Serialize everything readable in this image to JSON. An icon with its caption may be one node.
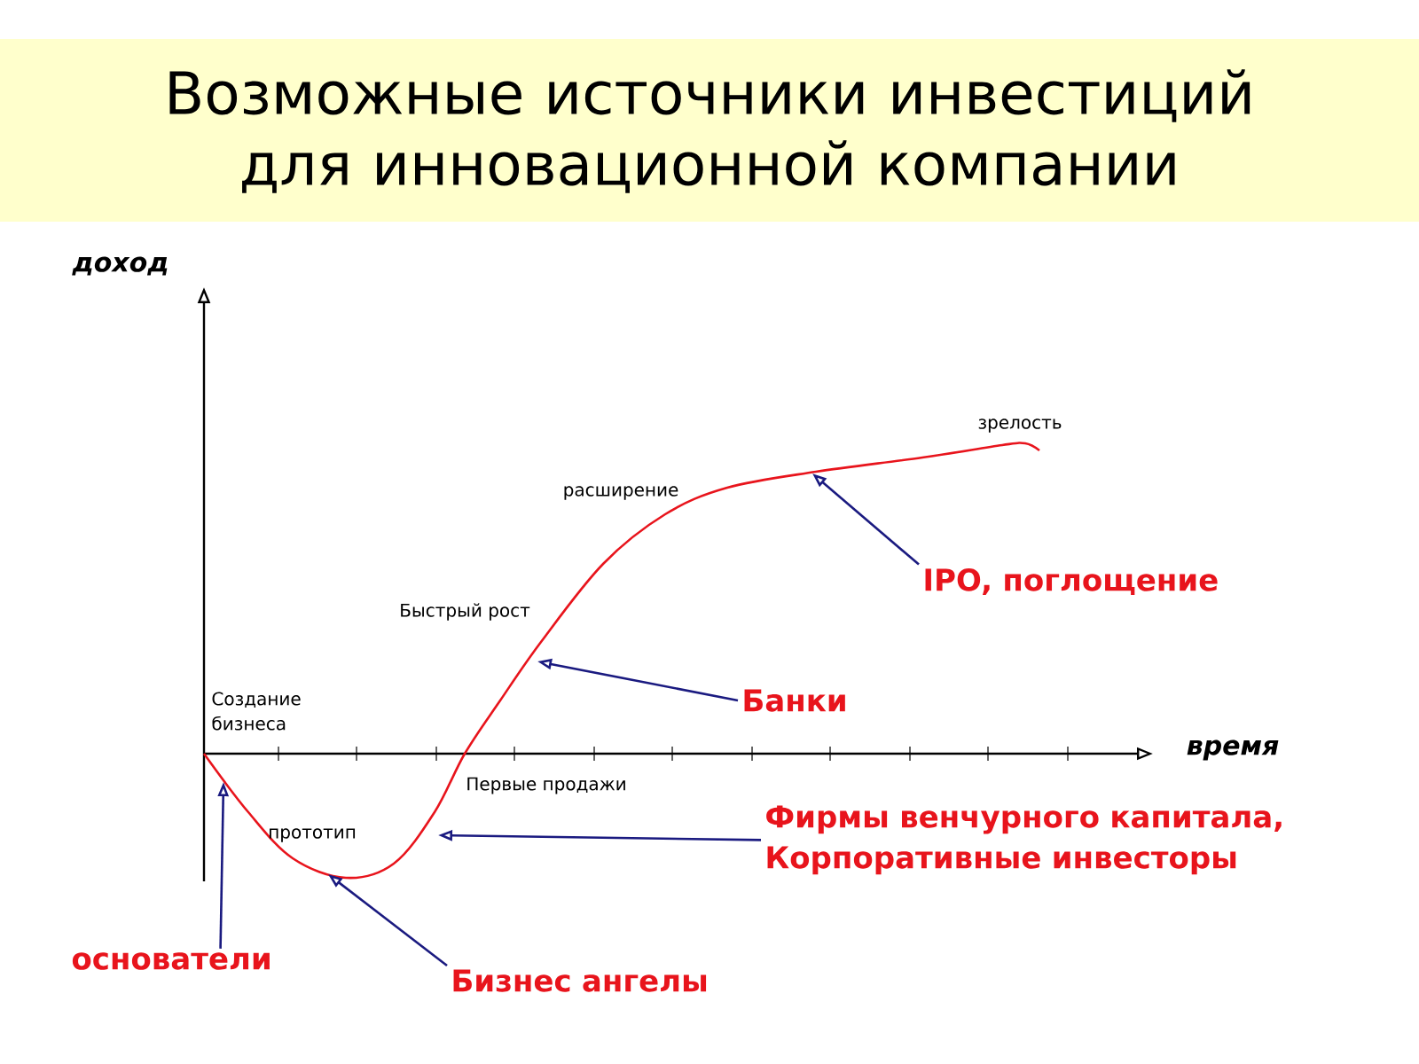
{
  "diagram": {
    "title": "Возможные источники инвестиций для инновационной компании",
    "nodes": [
      {
        "text": [
          "IPO, поглощение"
        ]
      },
      {
        "text": [
          "Банки"
        ]
      },
      {
        "text": [
          "Фирмы венчурного капитала, Корпоративные инвесторы"
        ]
      },
      {
        "text": [
          "основатели"
        ]
      },
      {
        "text": [
          "Бизнес ангелы"
        ]
      }
    ],
    "edges": [
      {
        "from": 0,
        "to": null,
        "arrow": "to"
      },
      {
        "from": 1,
        "to": null,
        "arrow": "to"
      },
      {
        "from": 2,
        "to": null,
        "arrow": "to"
      },
      {
        "from": 3,
        "to": null,
        "arrow": "to"
      },
      {
        "from": 4,
        "to": null,
        "arrow": "to"
      }
    ],
    "labels": [
      "доход",
      "зрелость",
      "расширение",
      "Быстрый рост",
      "Создание бизнеса",
      "время",
      "Первые продажи",
      "прототип"
    ]
  }
}
